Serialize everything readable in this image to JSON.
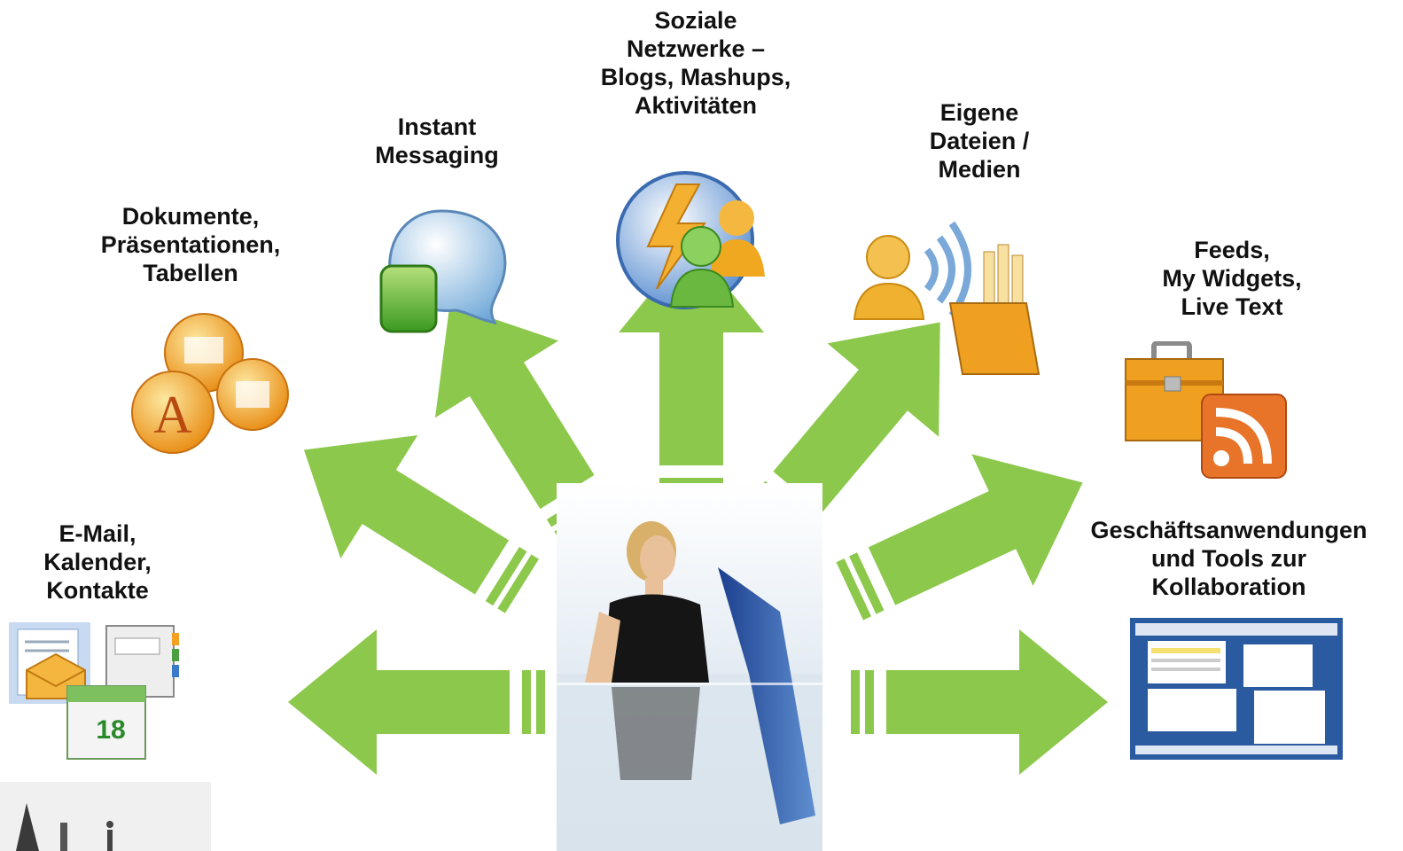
{
  "topics": {
    "email": "E-Mail,\nKalender,\nKontakte",
    "documents": "Dokumente,\nPräsentationen,\nTabellen",
    "messaging": "Instant\nMessaging",
    "social": "Soziale\nNetzwerke –\nBlogs, Mashups,\nAktivitäten",
    "files": "Eigene\nDateien /\nMedien",
    "feeds": "Feeds,\nMy Widgets,\nLive Text",
    "business": "Geschäftsanwendungen\nund Tools zur\nKollaboration"
  },
  "calendar_day": "18",
  "colors": {
    "arrow": "#8cc84b",
    "orange": "#f0a020",
    "green": "#5cb83a",
    "blue": "#3a7ac8",
    "rss": "#e8742a"
  },
  "icons": [
    "mail-calendar-contacts-icon",
    "office-documents-icon",
    "chat-bubble-icon",
    "social-network-icon",
    "media-files-icon",
    "toolbox-rss-icon",
    "app-screenshot-icon",
    "woman-at-desk-photo"
  ]
}
